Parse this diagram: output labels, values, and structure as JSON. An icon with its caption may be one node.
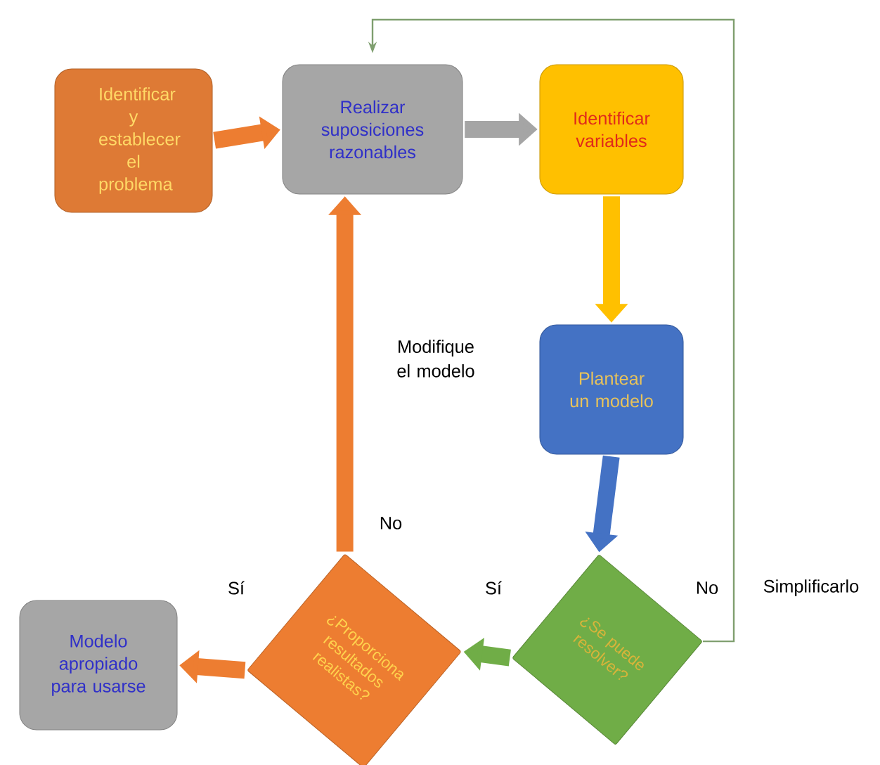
{
  "diagram": {
    "nodes": [
      {
        "text": [
          "Identificar y establecer el problema"
        ]
      },
      {
        "text": [
          "Realizar suposiciones razonables"
        ]
      },
      {
        "text": [
          "Identificar variables"
        ]
      },
      {
        "text": [
          "Plantear un modelo"
        ]
      },
      {
        "text": [
          "¿Se puede resolver?"
        ]
      },
      {
        "text": [
          "¿Proporciona resultados realistas?"
        ]
      },
      {
        "text": [
          "Modelo apropiado para usarse"
        ]
      }
    ],
    "edges": [
      {
        "from": 0,
        "to": 1,
        "arrow": "to",
        "color": "#ed7d31"
      },
      {
        "from": 1,
        "to": 2,
        "arrow": "to",
        "color": "#a5a5a5"
      },
      {
        "from": 2,
        "to": 3,
        "arrow": "to",
        "color": "#ffc000"
      },
      {
        "from": 3,
        "to": 4,
        "arrow": "to",
        "color": "#4472c4"
      },
      {
        "from": 4,
        "to": 5,
        "arrow": "to",
        "label": "Sí",
        "color": "#70ad47"
      },
      {
        "from": 5,
        "to": 6,
        "arrow": "to",
        "label": "Sí",
        "color": "#ed7d31"
      },
      {
        "from": 5,
        "to": 1,
        "arrow": "to",
        "label": "No",
        "color": "#ed7d31"
      },
      {
        "from": 4,
        "to": 1,
        "arrow": "to",
        "label": "No",
        "color": "#7f9f6f"
      }
    ],
    "labels": [
      "Modifique el modelo",
      "Simplificarlo"
    ]
  }
}
